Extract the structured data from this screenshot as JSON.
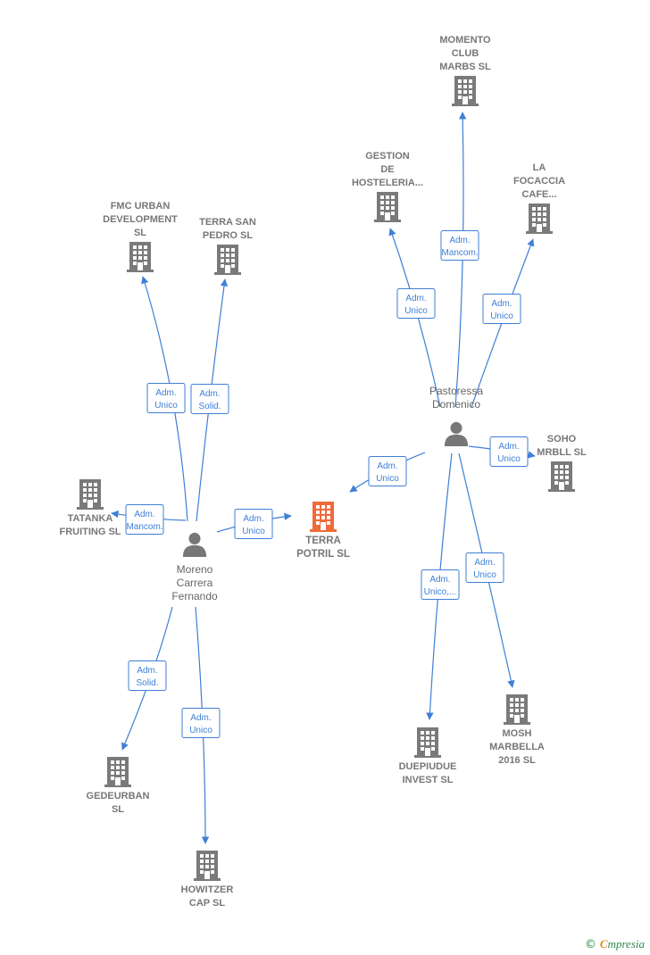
{
  "colors": {
    "edge": "#3f7fd6",
    "company": "#7a7a7a",
    "main_company": "#f06a3a",
    "person": "#777777"
  },
  "companies": [
    {
      "id": "terra_potril",
      "lines": [
        "TERRA",
        "POTRIL  SL"
      ],
      "main": true
    },
    {
      "id": "momento",
      "lines": [
        "MOMENTO",
        "CLUB",
        "MARBS  SL"
      ]
    },
    {
      "id": "gestion",
      "lines": [
        "GESTION",
        "DE",
        "HOSTELERIA..."
      ]
    },
    {
      "id": "focaccia",
      "lines": [
        "LA",
        "FOCACCIA",
        "CAFE..."
      ]
    },
    {
      "id": "fmc",
      "lines": [
        "FMC URBAN",
        "DEVELOPMENT",
        "SL"
      ]
    },
    {
      "id": "terra_san_pedro",
      "lines": [
        "TERRA SAN",
        "PEDRO  SL"
      ]
    },
    {
      "id": "soho",
      "lines": [
        "SOHO",
        "MRBLL  SL"
      ]
    },
    {
      "id": "tatanka",
      "lines": [
        "TATANKA",
        "FRUITING  SL"
      ]
    },
    {
      "id": "duepiudue",
      "lines": [
        "DUEPIUDUE",
        "INVEST  SL"
      ]
    },
    {
      "id": "mosh",
      "lines": [
        "MOSH",
        "MARBELLA",
        "2016  SL"
      ]
    },
    {
      "id": "gedeurban",
      "lines": [
        "GEDEURBAN",
        "SL"
      ]
    },
    {
      "id": "howitzer",
      "lines": [
        "HOWITZER",
        "CAP  SL"
      ]
    }
  ],
  "persons": [
    {
      "id": "pastoressa",
      "lines": [
        "Pastoressa",
        "Domenico"
      ]
    },
    {
      "id": "moreno",
      "lines": [
        "Moreno",
        "Carrera",
        "Fernando"
      ]
    }
  ],
  "edges": [
    {
      "from": "pastoressa",
      "to": "momento",
      "label": [
        "Adm.",
        "Mancom."
      ]
    },
    {
      "from": "pastoressa",
      "to": "gestion",
      "label": [
        "Adm.",
        "Unico"
      ]
    },
    {
      "from": "pastoressa",
      "to": "focaccia",
      "label": [
        "Adm.",
        "Unico"
      ]
    },
    {
      "from": "pastoressa",
      "to": "soho",
      "label": [
        "Adm.",
        "Unico"
      ]
    },
    {
      "from": "pastoressa",
      "to": "terra_potril",
      "label": [
        "Adm.",
        "Unico"
      ]
    },
    {
      "from": "pastoressa",
      "to": "duepiudue",
      "label": [
        "Adm.",
        "Unico,..."
      ]
    },
    {
      "from": "pastoressa",
      "to": "mosh",
      "label": [
        "Adm.",
        "Unico"
      ]
    },
    {
      "from": "moreno",
      "to": "fmc",
      "label": [
        "Adm.",
        "Unico"
      ]
    },
    {
      "from": "moreno",
      "to": "terra_san_pedro",
      "label": [
        "Adm.",
        "Solid."
      ]
    },
    {
      "from": "moreno",
      "to": "tatanka",
      "label": [
        "Adm.",
        "Mancom."
      ]
    },
    {
      "from": "moreno",
      "to": "terra_potril",
      "label": [
        "Adm.",
        "Unico"
      ]
    },
    {
      "from": "moreno",
      "to": "gedeurban",
      "label": [
        "Adm.",
        "Solid."
      ]
    },
    {
      "from": "moreno",
      "to": "howitzer",
      "label": [
        "Adm.",
        "Unico"
      ]
    }
  ],
  "footer": {
    "copyright": "©",
    "brand_first": "C",
    "brand_rest": "mpresia"
  }
}
